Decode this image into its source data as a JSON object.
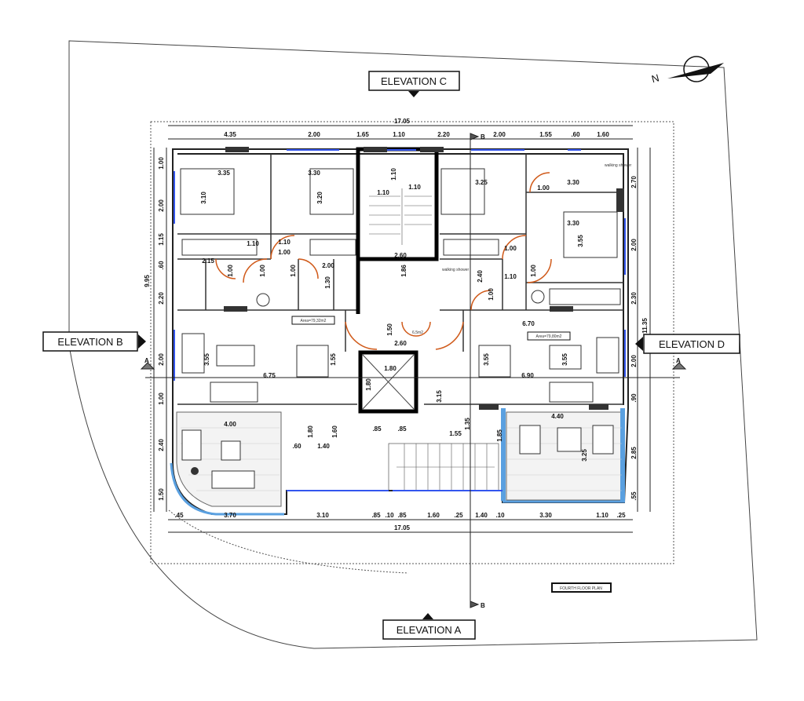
{
  "drawing": {
    "title": "FOURTH FLOOR PLAN",
    "north_label": "N",
    "elevations": {
      "a": "ELEVATION A",
      "b": "ELEVATION B",
      "c": "ELEVATION C",
      "d": "ELEVATION D"
    },
    "section_markers": {
      "a": "A",
      "b": "B"
    },
    "overall_width": "17.05",
    "overall_depth_left": "9.95",
    "overall_depth_right": "11.35",
    "top_dims": [
      "4.35",
      "2.00",
      "1.65",
      "1.10",
      "2.20",
      "2.00",
      "1.55",
      ".60",
      "1.60"
    ],
    "bottom_dims": [
      ".45",
      "3.70",
      "3.10",
      ".85",
      ".10",
      ".85",
      "1.60",
      ".25",
      "1.40",
      ".10",
      "3.30",
      "1.10",
      ".25"
    ],
    "left_dims": [
      "1.00",
      "2.00",
      "1.15",
      ".60",
      "2.20",
      "2.00",
      "1.00",
      "2.40",
      "1.50"
    ],
    "right_dims": [
      "2.70",
      "2.00",
      "2.30",
      "2.00",
      ".90",
      "2.85",
      ".55"
    ],
    "room_dims": [
      "3.35",
      "3.10",
      "3.30",
      "3.20",
      "3.25",
      "3.30",
      "1.00",
      "3.30",
      "3.55",
      "1.10",
      "1.10",
      "1.00",
      "2.15",
      "1.00",
      "1.00",
      "1.00",
      "2.00",
      "1.30",
      "2.60",
      "1.10",
      "1.10",
      "1.10",
      "1.86",
      "1.00",
      "1.10",
      "1.00",
      "2.40",
      "1.00",
      "6.70",
      "1.50",
      "2.60",
      "6.75",
      "6.90",
      "3.55",
      "1.55",
      "3.55",
      "3.55",
      "1.80",
      "1.80",
      "3.15",
      "4.00",
      "4.40",
      "1.80",
      "1.60",
      ".60",
      "1.40",
      ".85",
      ".85",
      "1.55",
      "1.35",
      "1.85",
      "3.25"
    ],
    "areas": {
      "left_apartment": "Area=79,32m2",
      "right_apartment": "Area=79,80m2",
      "lobby": "6,5m2"
    },
    "shower_label": "walking shower"
  }
}
